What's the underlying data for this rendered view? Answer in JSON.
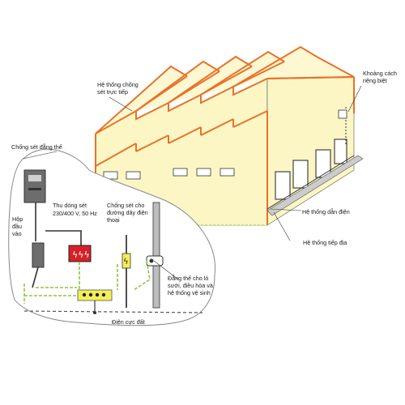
{
  "labels": {
    "direct_lightning_system_l1": "Hệ thống chống",
    "direct_lightning_system_l2": "sét trực tiếp",
    "separation_distance_l1": "Khoảng cách",
    "separation_distance_l2": "riêng biệt",
    "equipotential_protection": "Chống sét đẳng thế",
    "surge_arrester_l1": "Thu dòng sét",
    "surge_arrester_l2": "230/400 V, 50 Hz",
    "phone_line_protection_l1": "Chống sét cho",
    "phone_line_protection_l2": "đường dây điện",
    "phone_line_protection_l3": "thoại",
    "input_box_l1": "Hộp",
    "input_box_l2": "đầu",
    "input_box_l3": "vào",
    "conductor_system": "Hệ thống dẫn điện",
    "grounding_system": "Hệ thống tiếp địa",
    "equipotential_services_l1": "Đẳng thế cho lò",
    "equipotential_services_l2": "sưởi, điều hòa và",
    "equipotential_services_l3": "hệ thống vệ sinh",
    "ground_electrode": "Điện cực đất"
  },
  "colors": {
    "wall": "#fbf6c4",
    "roof_line": "#e8722a",
    "window_fill": "#ffffff",
    "dark_line": "#333333",
    "ground_wire": "#8dc63f",
    "arrester": "#d62027",
    "busbar": "#f4ef57",
    "cloud_fill": "#ffffff",
    "cloud_stroke": "#888888"
  },
  "icons": {
    "lightning": "lightning-bolt-icon",
    "meter": "electric-meter-icon",
    "fuse": "fuse-box-icon"
  }
}
